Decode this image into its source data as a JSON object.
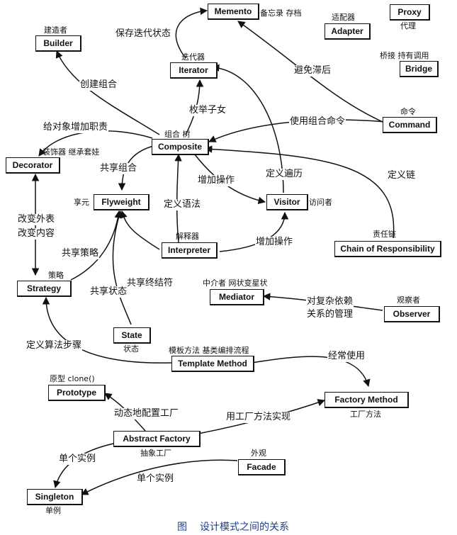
{
  "nodes": {
    "memento": "Memento",
    "adapter": "Adapter",
    "proxy": "Proxy",
    "builder": "Builder",
    "iterator": "Iterator",
    "bridge": "Bridge",
    "command": "Command",
    "composite": "Composite",
    "decorator": "Decorator",
    "flyweight": "Flyweight",
    "visitor": "Visitor",
    "interpreter": "Interpreter",
    "chain": "Chain of Responsibility",
    "strategy": "Strategy",
    "mediator": "Mediator",
    "observer": "Observer",
    "state": "State",
    "template": "Template Method",
    "prototype": "Prototype",
    "factory_method": "Factory Method",
    "abstract_factory": "Abstract Factory",
    "facade": "Facade",
    "singleton": "Singleton"
  },
  "annotations": {
    "memento": "备忘录 存档",
    "adapter": "适配器",
    "proxy": "代理",
    "builder": "建造者",
    "iterator": "迭代器",
    "bridge": "桥接 持有调用",
    "command": "命令",
    "composite": "组合 树",
    "decorator": "装饰器 继承套娃",
    "flyweight": "享元",
    "visitor": "访问者",
    "interpreter": "解释器",
    "chain": "责任链",
    "strategy": "策略",
    "mediator": "中介者 网状变星状",
    "observer": "观察者",
    "state": "状态",
    "template": "模板方法 基类编排流程",
    "prototype": "原型 clone()",
    "factory_method": "工厂方法",
    "abstract_factory": "抽象工厂",
    "facade": "外观",
    "singleton": "单例"
  },
  "edges": {
    "save_iter_state": "保存迭代状态",
    "avoid_lag": "避免滞后",
    "create_composite": "创建组合",
    "enum_children": "枚举子女",
    "add_duties": "给对象增加职责",
    "use_composite_cmd": "使用组合命令",
    "share_composite": "共享组合",
    "add_ops": "增加操作",
    "define_traverse": "定义遍历",
    "define_chain": "定义链",
    "define_grammar": "定义语法",
    "add_ops2": "增加操作",
    "change_skin": "改变外表",
    "change_guts": "改变内容",
    "share_strategy": "共享策略",
    "share_terminal": "共享终结符",
    "share_state": "共享状态",
    "complex_deps_1": "对复杂依赖",
    "complex_deps_2": "关系的管理",
    "define_algo": "定义算法步骤",
    "often_use": "经常使用",
    "dynamic_factory": "动态地配置工厂",
    "use_factory_method": "用工厂方法实现",
    "single_instance_1": "单个实例",
    "single_instance_2": "单个实例"
  },
  "caption": {
    "prefix": "图",
    "title": "设计模式之间的关系"
  }
}
